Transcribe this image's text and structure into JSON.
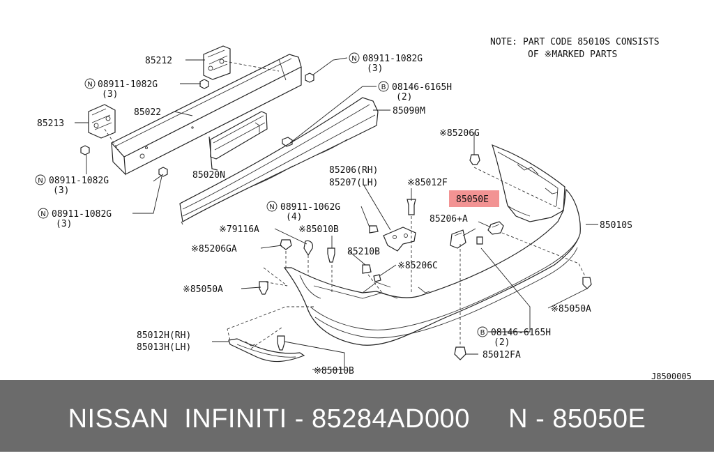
{
  "note": {
    "line1": "NOTE: PART CODE 85010S CONSISTS",
    "line2": "OF ※MARKED PARTS"
  },
  "labels": {
    "l85212": "85212",
    "l08911_top_right": "08911-1082G",
    "l08911_top_right_qty": "(3)",
    "l08911_left_top": "08911-1082G",
    "l08911_left_top_qty": "(3)",
    "l08146_top": "08146-6165H",
    "l08146_top_qty": "(2)",
    "l85022": "85022",
    "l85090m": "85090M",
    "l85213": "85213",
    "l85206g": "※85206G",
    "l85020n": "85020N",
    "l08911_left_mid": "08911-1082G",
    "l08911_left_mid_qty": "(3)",
    "l85206rh": "85206(RH)",
    "l85207lh": "85207(LH)",
    "l85012f": "※85012F",
    "l85050e": "85050E",
    "l08911_center": "08911-1062G",
    "l08911_center_qty": "(4)",
    "l08911_left_low": "08911-1082G",
    "l08911_left_low_qty": "(3)",
    "l85206a": "85206+A",
    "l85010s": "85010S",
    "l79116a": "※79116A",
    "l85010b_top": "※85010B",
    "l85206ga": "※85206GA",
    "l85210b": "85210B",
    "l85206c": "※85206C",
    "l85050a_left": "※85050A",
    "l85050a_right": "※85050A",
    "l08146_bottom": "08146-6165H",
    "l08146_bottom_qty": "(2)",
    "l85012h": "85012H(RH)",
    "l85013h": "85013H(LH)",
    "l85012fa": "85012FA",
    "l85010b_bottom": "※85010B",
    "drawing_id": "J8500005"
  },
  "symbols": {
    "n": "N",
    "b": "B"
  },
  "highlight_color": "#f08080",
  "footer": {
    "text": "NISSAN  INFINITI - 85284AD000     N - 85050E",
    "bg_color": "#6b6b6b"
  }
}
